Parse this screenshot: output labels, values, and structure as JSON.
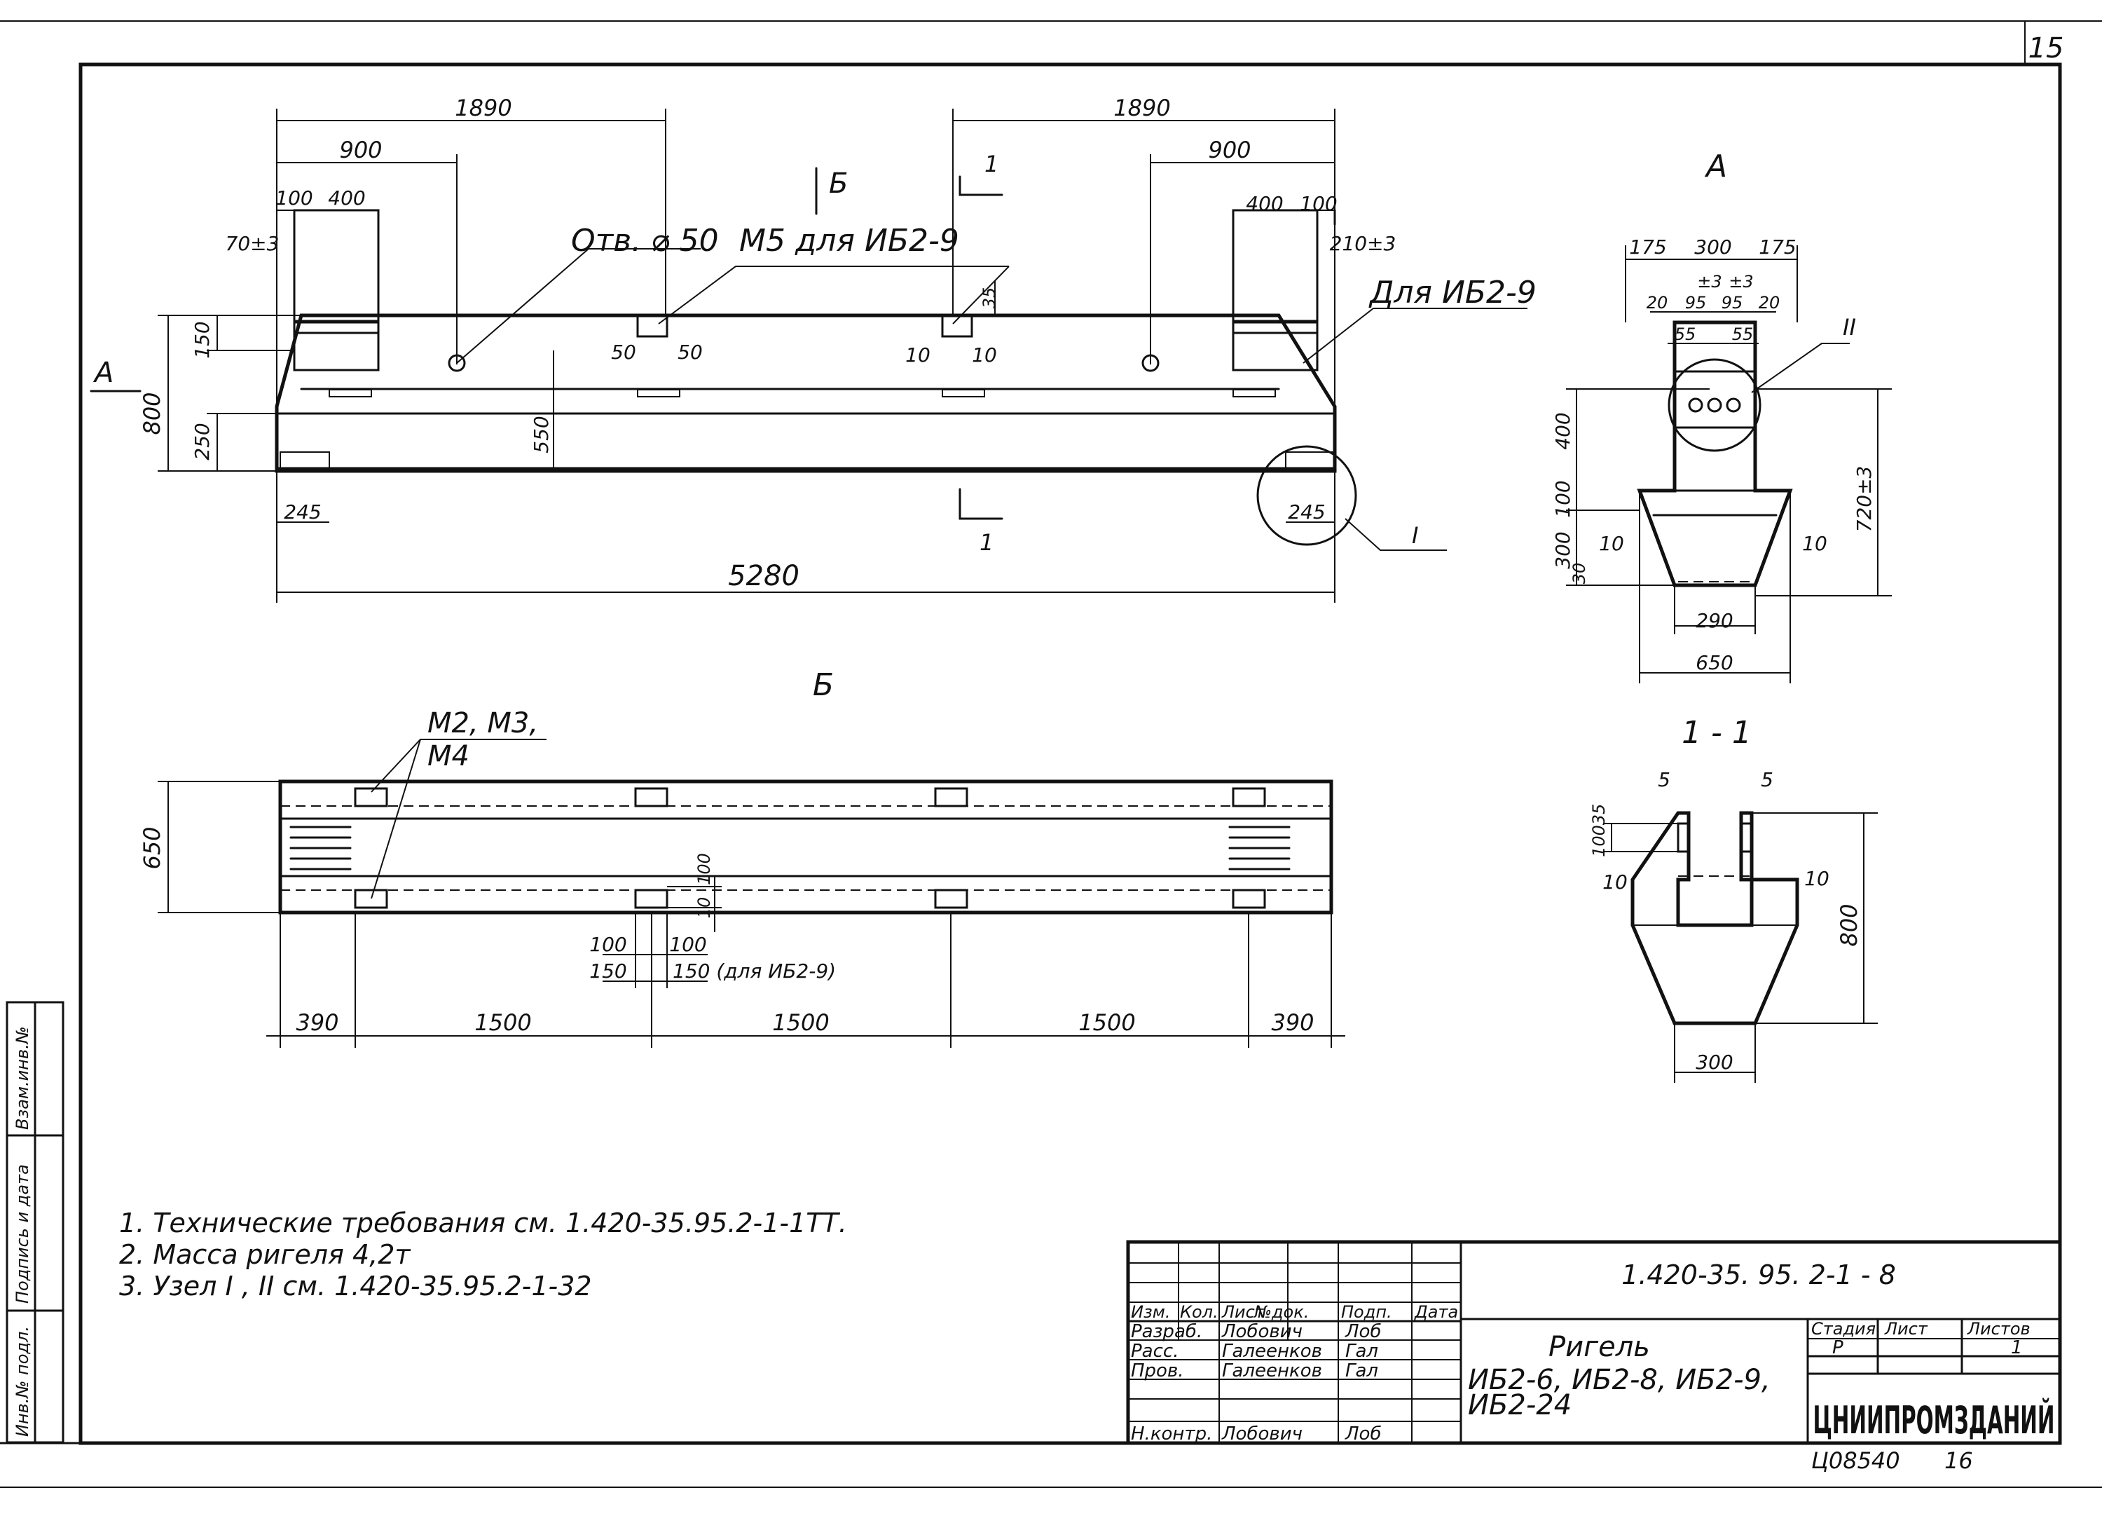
{
  "sheet": {
    "page_number": "15",
    "bottom_code": "Ц08540",
    "bottom_page": "16"
  },
  "side_strip": [
    "Инв.№ подл.",
    "Подпись и дата",
    "Взам.инв.№"
  ],
  "views": {
    "main": {
      "dims": {
        "top_left_1890": "1890",
        "top_right_1890": "1890",
        "left_900": "900",
        "right_900": "900",
        "left_100": "100",
        "left_400": "400",
        "right_400": "400",
        "right_100": "100",
        "tol_70": "70±3",
        "tol_210": "210±3",
        "d150": "150",
        "d800": "800",
        "d250": "250",
        "d550": "550",
        "d35": "35",
        "d245_left": "245",
        "d245_right": "245",
        "d5280": "5280",
        "d50_left": "50",
        "d50_right": "50",
        "d10_left": "10",
        "d10_right": "10"
      },
      "callouts": {
        "hole": "Отв. ⌀ 50",
        "m5": "М5 для ИБ2-9",
        "for_ib29": "Для ИБ2-9",
        "node_t": "I",
        "arrow_a": "А",
        "arrow_b": "Б",
        "section_1_top": "1",
        "section_1_bottom": "1"
      }
    },
    "view_a": {
      "label": "А",
      "dims": {
        "d175_left": "175",
        "d300": "300",
        "d175_right": "175",
        "d20_left": "20",
        "d95_left": "95",
        "d95_right": "95",
        "d20_right": "20",
        "tol_left": "±3",
        "tol_right": "±3",
        "d55_left": "55",
        "d55_right": "55",
        "d400": "400",
        "d100": "100",
        "d300_v": "300",
        "d30": "30",
        "d10_left": "10",
        "d10_right": "10",
        "tol_720": "720±3",
        "d290": "290",
        "d650": "650"
      },
      "node_ii": "II"
    },
    "view_b": {
      "label": "Б",
      "callout": "М2, М3,",
      "callout2": "М4",
      "dims": {
        "d650": "650",
        "d100_v": "100",
        "d10_v": "10",
        "d100_a": "100",
        "d100_b": "100",
        "d150_a": "150",
        "d150_b": "150 (для ИБ2-9)",
        "d390_left": "390",
        "d1500_1": "1500",
        "d1500_2": "1500",
        "d1500_3": "1500",
        "d390_right": "390"
      }
    },
    "section_11": {
      "label": "1 - 1",
      "dims": {
        "d5_left": "5",
        "d5_right": "5",
        "d35": "35",
        "d100": "100",
        "d10_left": "10",
        "d10_right": "10",
        "d800": "800",
        "d300": "300"
      }
    }
  },
  "notes": [
    "1. Технические требования см. 1.420-35.95.2-1-1ТТ.",
    "2. Масса ригеля 4,2т",
    "3. Узел  I ,  II  см.  1.420-35.95.2-1-32"
  ],
  "title_block": {
    "doc_code": "1.420-35. 95. 2-1 - 8",
    "headers": [
      "Изм.",
      "Кол.",
      "Лист",
      "№док.",
      "Подп.",
      "Дата"
    ],
    "rows": [
      {
        "role": "Разраб.",
        "name": "Лобович",
        "sign": "Лоб"
      },
      {
        "role": "Расс.",
        "name": "Галеенков",
        "sign": "Гал"
      },
      {
        "role": "Пров.",
        "name": "Галеенков",
        "sign": "Гал"
      },
      {
        "role": "",
        "name": "",
        "sign": ""
      },
      {
        "role": "Н.контр.",
        "name": "Лобович",
        "sign": "Лоб"
      }
    ],
    "product": "Ригель",
    "product_codes_1": "ИБ2-6, ИБ2-8, ИБ2-9,",
    "product_codes_2": "ИБ2-24",
    "stage_header": "Стадия",
    "sheet_header": "Лист",
    "sheets_header": "Листов",
    "stage": "Р",
    "sheet_no": "",
    "sheets_total": "1",
    "organization": "ЦНИИПРОМЗДАНИЙ"
  }
}
